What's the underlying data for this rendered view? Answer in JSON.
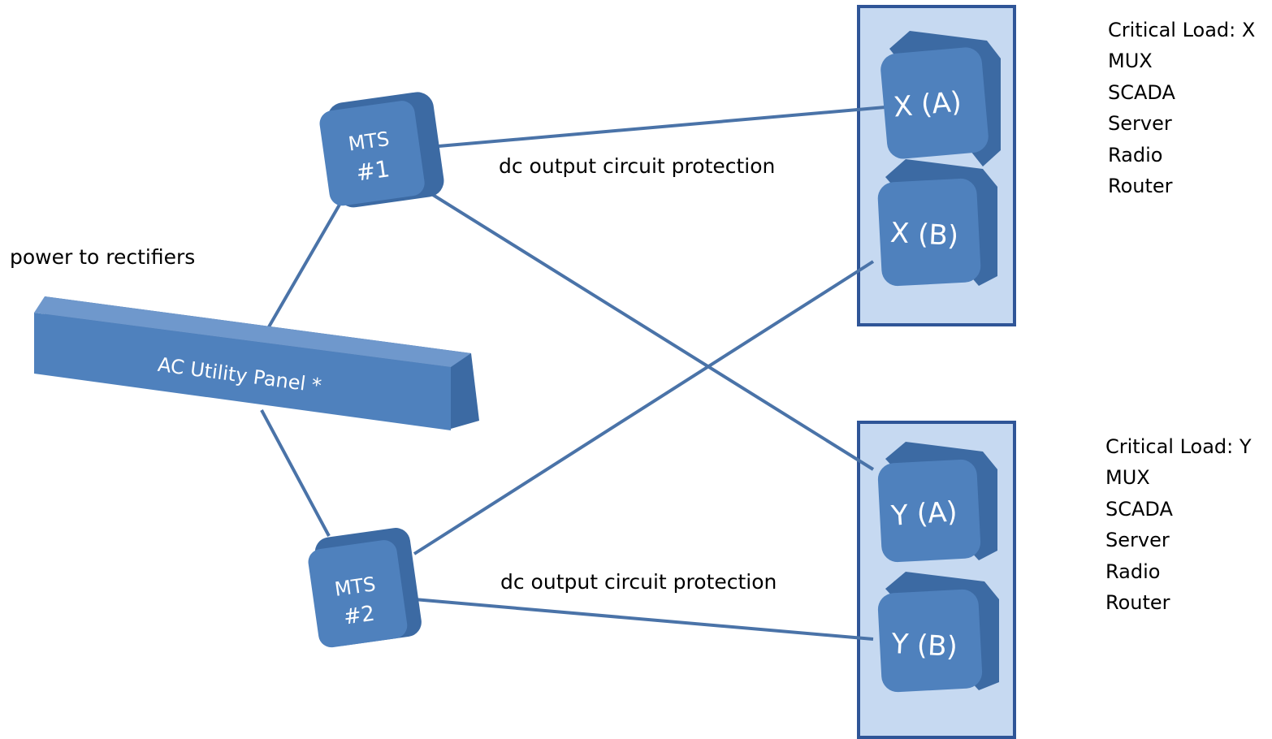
{
  "colors": {
    "box_fill": "#4f81bd",
    "box_side": "#3c6aa3",
    "box_top": "#6f98cc",
    "rack_fill": "#c6d9f1",
    "rack_border": "#2f5597",
    "line": "#4a73a8"
  },
  "labels": {
    "power_to_rectifiers": "power to rectifiers",
    "dc_output_1": "dc output circuit protection",
    "dc_output_2": "dc output circuit protection"
  },
  "nodes": {
    "mts1": {
      "line1": "MTS",
      "line2": "#1"
    },
    "mts2": {
      "line1": "MTS",
      "line2": "#2"
    },
    "ac_panel": "AC Utility Panel *",
    "xa": "X (A)",
    "xb": "X (B)",
    "ya": "Y (A)",
    "yb": "Y (B)"
  },
  "critical_load_x": {
    "title": "Critical Load: X",
    "items": [
      "MUX",
      "SCADA",
      "Server",
      "Radio",
      "Router"
    ]
  },
  "critical_load_y": {
    "title": "Critical Load: Y",
    "items": [
      "MUX",
      "SCADA",
      "Server",
      "Radio",
      "Router"
    ]
  }
}
